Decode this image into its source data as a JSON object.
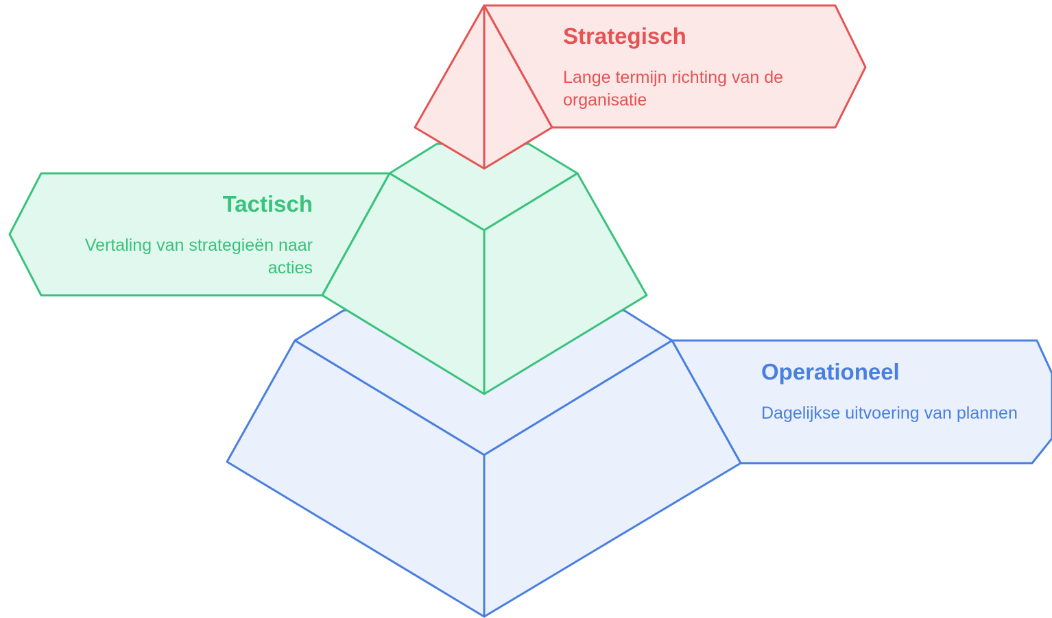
{
  "levels": [
    {
      "key": "strategisch",
      "title": "Strategisch",
      "description": "Lange termijn richting van de organisatie",
      "stroke_color": "#e55353",
      "fill_color": "#fde8e8"
    },
    {
      "key": "tactisch",
      "title": "Tactisch",
      "description": "Vertaling van strategieën naar acties",
      "stroke_color": "#3ac27c",
      "fill_color": "#e0f8ee"
    },
    {
      "key": "operationeel",
      "title": "Operationeel",
      "description": "Dagelijkse uitvoering van plannen",
      "stroke_color": "#4a7fe0",
      "fill_color": "#eaf1fd"
    }
  ]
}
